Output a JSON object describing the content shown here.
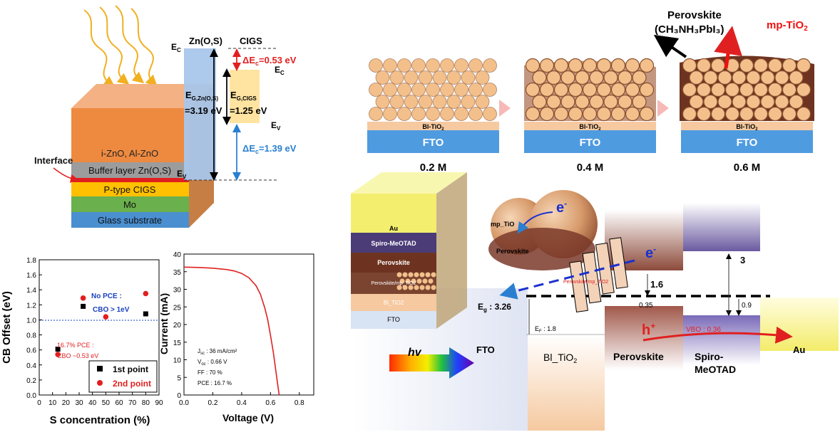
{
  "cigs_panel": {
    "ec_left": "E",
    "ev_left": "E",
    "sub_c": "C",
    "sub_v": "V",
    "zns_head": "Zn(O,S)",
    "cigs_head": "CIGS",
    "delta_ec": "ΔE",
    "delta_ec_val": "=0.53 eV",
    "delta_ev": "ΔE",
    "delta_ev_val": "=1.39 eV",
    "eg_zns_sym": "E",
    "eg_zns_sub": "G,Zn(O,S)",
    "eg_zns_val": "=3.19 eV",
    "eg_cigs_sym": "E",
    "eg_cigs_sub": "G,CIGS",
    "eg_cigs_val": "=1.25 eV",
    "interface_label": "Interface",
    "layers": [
      "i-ZnO, Al-ZnO",
      "Buffer layer Zn(O,S)",
      "P-type CIGS",
      "Mo",
      "Glass substrate"
    ],
    "colors": {
      "zno": "#ee8a40",
      "buffer": "#9c9c9c",
      "cigs": "#ffc000",
      "mo": "#6ab04c",
      "glass": "#4a8fd0",
      "interface": "#e02020",
      "zns_band": "#a9c6ea",
      "cigs_band": "#ffe3a0"
    }
  },
  "cbo_chart": {
    "ylabel": "CB Offset (eV)",
    "xlabel": "S concentration (%)",
    "annot_nopce_1": "No PCE :",
    "annot_nopce_2": "CBO > 1eV",
    "annot_pce_1": "16.7% PCE :",
    "annot_pce_2": "CBO ~0.53 eV",
    "legend": [
      "1st point",
      "2nd point"
    ]
  },
  "iv_chart": {
    "ylabel": "Current (mA)",
    "xlabel": "Voltage (V)",
    "params": [
      {
        "label": "J",
        "sub": "sc",
        "text": " : 36 mA/cm²"
      },
      {
        "label": "V",
        "sub": "oc",
        "text": " : 0.66 V"
      },
      {
        "label": "FF",
        "sub": "",
        "text": " : 70 %"
      },
      {
        "label": "PCE",
        "sub": "",
        "text": " : 16.7 %"
      }
    ]
  },
  "chart_data": [
    {
      "type": "scatter",
      "xlabel": "S concentration (%)",
      "ylabel": "CB Offset (eV)",
      "xlim": [
        0,
        90
      ],
      "ylim": [
        0.0,
        1.8
      ],
      "xticks": [
        0,
        10,
        20,
        30,
        40,
        50,
        60,
        70,
        80,
        90
      ],
      "yticks": [
        0.0,
        0.2,
        0.4,
        0.6,
        0.8,
        1.0,
        1.2,
        1.4,
        1.6,
        1.8
      ],
      "ytick_labels": [
        "0.0",
        "0.2",
        "0.4",
        "0.6",
        "0.8",
        "1.0",
        "1.2",
        "1.4",
        "1.6",
        "1.8"
      ],
      "reference_line_y": 1.0,
      "series": [
        {
          "name": "1st point",
          "marker": "square",
          "color": "#000000",
          "x": [
            14,
            33,
            80
          ],
          "y": [
            0.61,
            1.18,
            1.08
          ]
        },
        {
          "name": "2nd point",
          "marker": "circle",
          "color": "#e02020",
          "x": [
            14,
            33,
            50,
            80
          ],
          "y": [
            0.54,
            1.29,
            1.04,
            1.35
          ]
        }
      ]
    },
    {
      "type": "line",
      "xlabel": "Voltage (V)",
      "ylabel": "Current (mA)",
      "xlim": [
        0.0,
        0.9
      ],
      "ylim": [
        0,
        40
      ],
      "xticks": [
        0.0,
        0.2,
        0.4,
        0.6,
        0.8
      ],
      "xtick_labels": [
        "0.0",
        "0.2",
        "0.4",
        "0.6",
        "0.8"
      ],
      "yticks": [
        0,
        5,
        10,
        15,
        20,
        25,
        30,
        35,
        40
      ],
      "series": [
        {
          "name": "",
          "color": "#e02020",
          "x": [
            0.0,
            0.1,
            0.2,
            0.3,
            0.35,
            0.4,
            0.45,
            0.5,
            0.53,
            0.56,
            0.58,
            0.6,
            0.62,
            0.64,
            0.65,
            0.66
          ],
          "y": [
            36.3,
            36.2,
            36.0,
            35.6,
            35.2,
            34.5,
            33.3,
            31.0,
            28.6,
            24.8,
            21.5,
            17.0,
            12.0,
            6.0,
            3.0,
            0.0
          ]
        }
      ]
    }
  ],
  "perov_top": {
    "panels": [
      {
        "concentration": "0.2 M",
        "bl": "Bl-TiO",
        "bl_sub": "2",
        "fto": "FTO"
      },
      {
        "concentration": "0.4 M",
        "bl": "Bl-TiO",
        "bl_sub": "2",
        "fto": "FTO"
      },
      {
        "concentration": "0.6 M",
        "bl": "Bl-TiO",
        "bl_sub": "2",
        "fto": "FTO"
      }
    ],
    "perovskite_label": "Perovskite",
    "perovskite_formula": "(CH₃NH₃PbI₃)",
    "mp_tio2": "mp-TiO",
    "mp_tio2_sub": "2",
    "colors": {
      "fto": "#4f9be0",
      "bl": "#f6c9a0",
      "particle": "#f3c08c",
      "perovskite": "#6e3320",
      "arrow_red": "#ee1111"
    }
  },
  "device_band": {
    "stack_layers": [
      "Au",
      "Spiro-MeOTAD",
      "Perovskite",
      "Perovskite/mp_TiO2",
      "Bl_TiO2",
      "FTO"
    ],
    "mp_tio_label": "mp_TiO",
    "grain_perovskite": "Perovskite",
    "electron": "e",
    "electron_sup": "-",
    "hole": "h",
    "hole_sup": "+",
    "hv": "hv",
    "fto_region": "FTO",
    "eg_label": "E",
    "eg_sub": "g",
    "eg_val": " : 3.26",
    "ef_label": "E",
    "ef_sub": "F",
    "ef_val": " : 1.8",
    "band_bl": "Bl_TiO",
    "band_bl_sub": "2",
    "band_perovskite": "Perovskite",
    "band_spiro_1": "Spiro-",
    "band_spiro_2": "MeOTAD",
    "band_au": "Au",
    "val_1_6": "1.6",
    "val_0_35": "0.35",
    "val_3": "3",
    "val_0_9": "0.9",
    "vbo": "VBO : 0.36",
    "interface_small": "Perovskite/mp_TiO2"
  }
}
